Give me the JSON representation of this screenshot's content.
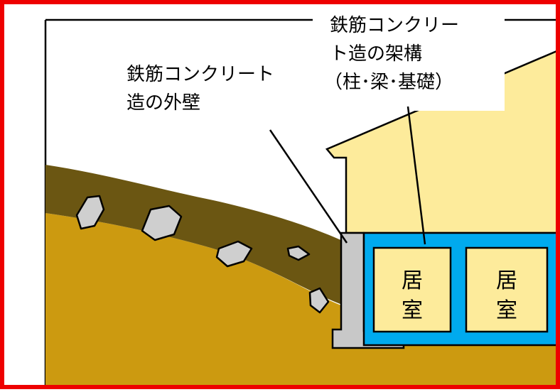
{
  "labels": {
    "outer_wall": [
      "鉄筋コンクリート",
      "造の外壁"
    ],
    "frame": [
      "鉄筋コンクリー",
      "ト造の架構",
      "（柱･梁･基礎）"
    ]
  },
  "rooms": [
    {
      "lines": [
        "居",
        "室"
      ]
    },
    {
      "lines": [
        "居",
        "室"
      ]
    }
  ],
  "colors": {
    "frame_border": "#ee0000",
    "soil_top": "#6b5612",
    "soil_base": "#cc9a10",
    "house": "#fdeb9b",
    "basement_structure": "#00aaee",
    "room_fill": "#fdeb9b",
    "wall": "#c8c8c8",
    "rock": "#cfcfcf"
  }
}
